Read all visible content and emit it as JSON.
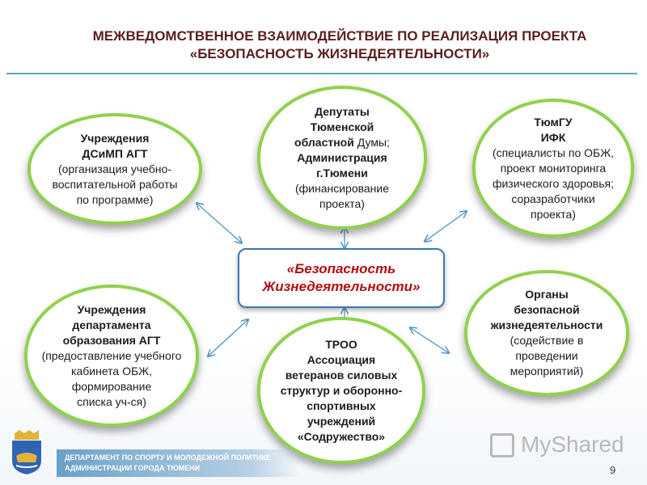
{
  "title": {
    "line1": "МЕЖВЕДОМСТВЕННОЕ ВЗАИМОДЕЙСТВИЕ ПО РЕАЛИЗАЦИЯ ПРОЕКТА",
    "line2": "«БЕЗОПАСНОСТЬ ЖИЗНЕДЕЯТЕЛЬНОСТИ»"
  },
  "center": {
    "line1": "«Безопасность",
    "line2": "Жизнедеятельности»"
  },
  "nodes": {
    "top_left": {
      "bold": [
        "Учреждения",
        "ДСиМП АГТ"
      ],
      "normal": [
        "(организация учебно-",
        "воспитательной работы",
        "по программе)"
      ]
    },
    "top_center": {
      "l1": "Депутаты",
      "l2": "Тюменской",
      "l3a": "областной",
      "l3b": "Думы;",
      "l4": "Администрация",
      "l5": "г.Тюмени",
      "normal": [
        "(финансирование",
        "проекта)"
      ]
    },
    "top_right": {
      "bold": [
        "ТюмГУ",
        "ИФК"
      ],
      "normal": [
        "(специалисты по ОБЖ,",
        "проект мониторинга",
        "физического здоровья;",
        "соразработчики",
        "проекта)"
      ]
    },
    "bottom_left": {
      "bold": [
        "Учреждения",
        "департамента",
        "образования АГТ"
      ],
      "normal": [
        "(предоставление учебного",
        "кабинета ОБЖ,",
        "формирование",
        "списка уч-ся)"
      ]
    },
    "bottom_center": {
      "bold": [
        "ТРОО",
        "Ассоциация",
        "ветеранов силовых",
        "структур и оборонно-",
        "спортивных",
        "учреждений",
        "«Содружество»"
      ]
    },
    "bottom_right": {
      "bold": [
        "Органы",
        "безопасной",
        "жизнедеятельности"
      ],
      "normal": [
        "(содействие в",
        "проведении",
        "мероприятий)"
      ]
    }
  },
  "footer": {
    "line1": "ДЕПАРТАМЕНТ ПО СПОРТУ И МОЛОДЕЖНОЙ ПОЛИТИКЕ",
    "line2": "АДМИНИСТРАЦИИ ГОРОДА ТЮМЕНИ"
  },
  "page_number": "9",
  "watermark": "MyShared",
  "colors": {
    "title": "#5a1f1f",
    "node_border": "#8fd24c",
    "center_border": "#3c78b4",
    "center_text": "#b01010",
    "arrow": "#4a8ec0"
  }
}
